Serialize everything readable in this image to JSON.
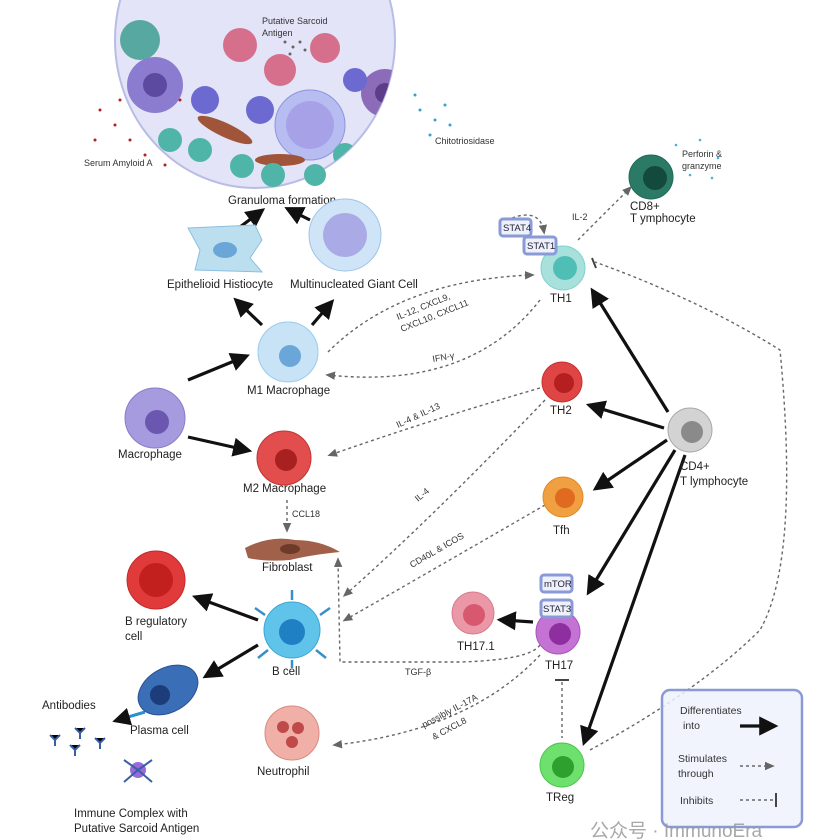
{
  "granuloma": {
    "antigen_label_1": "Putative Sarcoid",
    "antigen_label_2": "Antigen",
    "serum_amyloid": "Serum Amyloid A",
    "chitotriosidase": "Chitotriosidase",
    "title": "Granuloma formation"
  },
  "cells": {
    "epithelioid": "Epithelioid Histiocyte",
    "giant": "Multinucleated Giant Cell",
    "m1": "M1 Macrophage",
    "macrophage": "Macrophage",
    "m2": "M2 Macrophage",
    "fibroblast": "Fibroblast",
    "breg_1": "B regulatory",
    "breg_2": "cell",
    "bcell": "B cell",
    "plasma": "Plasma cell",
    "antibodies": "Antibodies",
    "immune_1": "Immune Complex with",
    "immune_2": "Putative Sarcoid Antigen",
    "neutrophil": "Neutrophil",
    "th1": "TH1",
    "cd8_1": "CD8+",
    "cd8_2": "T ymphocyte",
    "perforin_1": "Perforin &",
    "perforin_2": "granzyme",
    "th2": "TH2",
    "cd4_1": "CD4+",
    "cd4_2": "T lymphocyte",
    "tfh": "Tfh",
    "th17": "TH17",
    "th171": "TH17.1",
    "treg": "TReg"
  },
  "factors": {
    "stat4": "STAT4",
    "stat1": "STAT1",
    "mtor": "mTOR",
    "stat3": "STAT3"
  },
  "signals": {
    "il12_1": "IL-12, CXCL9,",
    "il12_2": "CXCL10, CXCL11",
    "ifng": "IFN-γ",
    "il2": "IL-2",
    "il4il13": "IL-4 & IL-13",
    "il4": "IL-4",
    "ccl18": "CCL18",
    "cd40l": "CD40L & ICOS",
    "tgfb": "TGF-β",
    "il17_1": "possibly IL-17A",
    "il17_2": "& CXCL8"
  },
  "legend": {
    "diff_1": "Differentiates",
    "diff_2": "into",
    "stim_1": "Stimulates",
    "stim_2": "through",
    "inhibits": "Inhibits"
  },
  "watermark": "公众号 · ImmunoEra",
  "colors": {
    "th1": "#7fd3cc",
    "th2": "#d83a3a",
    "tfh": "#ef9a3c",
    "th17": "#b45cc4",
    "th171": "#e07a8a",
    "treg": "#5cd65c",
    "cd4": "#b8b8b8",
    "cd8": "#1f6b5a",
    "bcell": "#3aa6d8",
    "legend_border": "#8a9ad6"
  }
}
